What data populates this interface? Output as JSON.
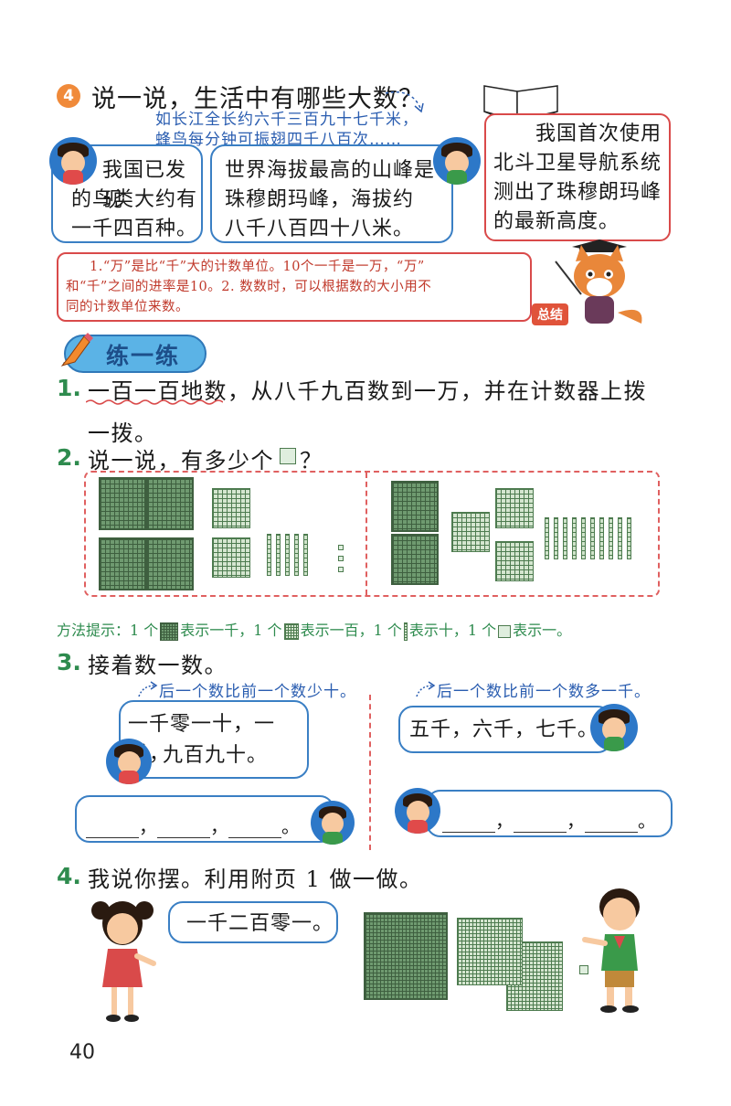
{
  "section4": {
    "badge": "4",
    "question": "说一说，生活中有哪些大数？",
    "note_line1": "如长江全长约六千三百九十七千米，",
    "note_line2": "蜂鸟每分钟可振翅四千八百次……",
    "bubble_girl": [
      "我国已发现",
      "的鸟类大约有",
      "一千四百种。"
    ],
    "bubble_boy": [
      "世界海拔最高的山峰是",
      "珠穆朗玛峰，海拔约",
      "八千八百四十八米。"
    ],
    "bubble_book": [
      "我国首次使用",
      "北斗卫星导航系统",
      "测出了珠穆朗玛峰",
      "的最新高度。"
    ],
    "summary": [
      "1.“万”是比“千”大的计数单位。10个一千是一万，“万”",
      "和“千”之间的进率是10。2. 数数时，可以根据数的大小用不",
      "同的计数单位来数。"
    ],
    "summary_tag": "总结"
  },
  "practice": {
    "title": "练一练",
    "q1_num": "1.",
    "q1_line1": "一百一百地数，从八千九百数到一万，并在计数器上拨",
    "q1_line2": "一拨。",
    "q2_num": "2.",
    "q2_text": "说一说，有多少个",
    "q2_end": "？",
    "hint": {
      "prefix": "方法提示：1 个",
      "thousand": "表示一千，1 个",
      "hundred": "表示一百，1 个",
      "ten": "表示十，1 个",
      "one": "表示一。"
    },
    "q3_num": "3.",
    "q3_text": "接着数一数。",
    "q3_left_note": "后一个数比前一个数少十。",
    "q3_left_bubble": [
      "一千零一十，一千，",
      "九百九十。"
    ],
    "q3_right_note": "后一个数比前一个数多一千。",
    "q3_right_bubble": "五千，六千，七千。",
    "q3_comma": "，",
    "q3_end": "。",
    "q4_num": "4.",
    "q4_text": "我说你摆。利用附页 1 做一做。",
    "q4_bubble": "一千二百零一。"
  },
  "page_number": "40"
}
